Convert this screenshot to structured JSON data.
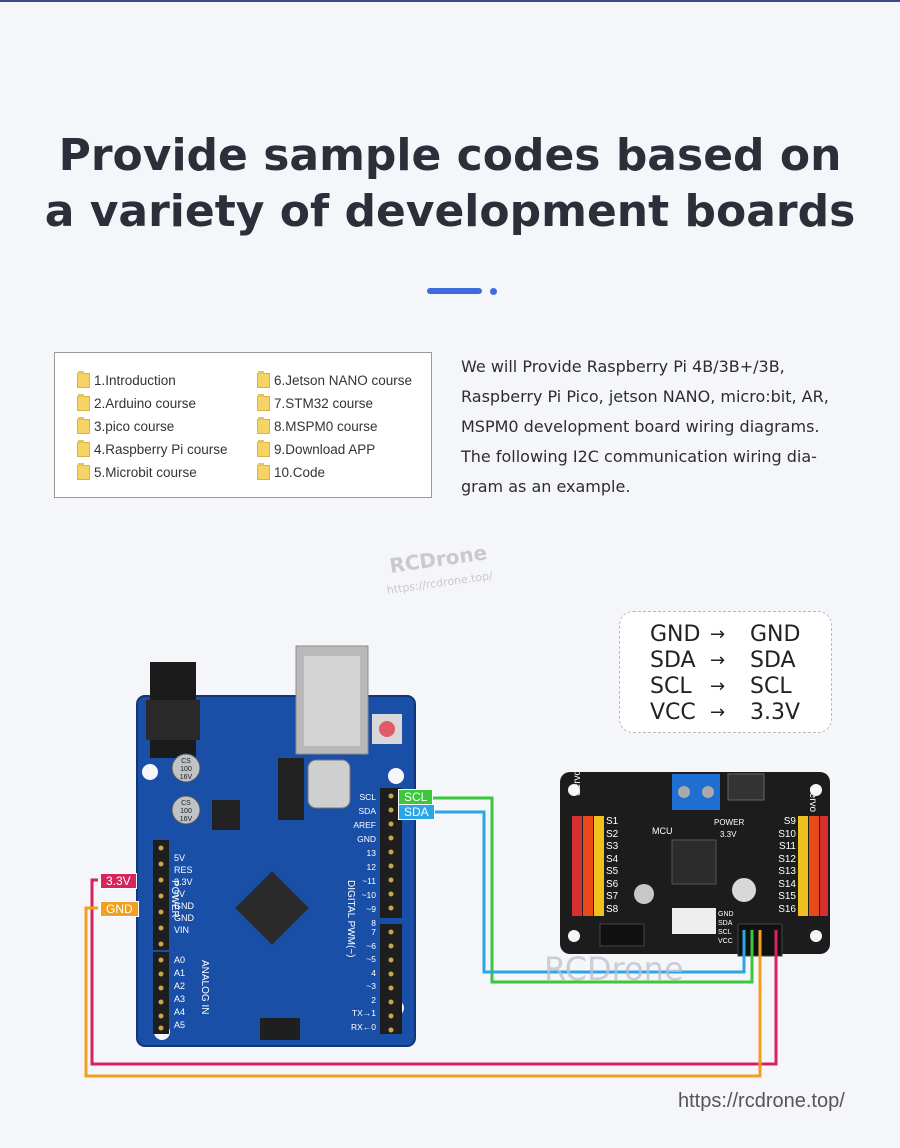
{
  "headline": {
    "line1": "Provide sample codes based on",
    "line2": "a variety of development boards"
  },
  "folders": {
    "left": [
      "1.Introduction",
      "2.Arduino course",
      "3.pico course",
      "4.Raspberry Pi course",
      "5.Microbit course"
    ],
    "right": [
      "6.Jetson NANO course",
      "7.STM32 course",
      "8.MSPM0 course",
      "9.Download APP",
      "10.Code"
    ]
  },
  "intro": {
    "lines": [
      "We will Provide Raspberry Pi 4B/3B+/3B,",
      "Raspberry Pi Pico, jetson NANO, micro:bit, AR,",
      "MSPM0 development board wiring diagrams.",
      "The following I2C communication wiring dia-",
      "gram as an example."
    ]
  },
  "watermark": {
    "brand": "RCDrone",
    "url": "https://rcdrone.top/",
    "overlay": "RCDrone",
    "footer_url": "https://rcdrone.top/"
  },
  "mapping": {
    "arrow": "→",
    "rows": [
      {
        "from": "GND",
        "to": "GND"
      },
      {
        "from": "SDA",
        "to": "SDA"
      },
      {
        "from": "SCL",
        "to": "SCL"
      },
      {
        "from": "VCC",
        "to": "3.3V"
      }
    ]
  },
  "wire_tags": {
    "scl": "SCL",
    "sda": "SDA",
    "v33": "3.3V",
    "gnd": "GND"
  },
  "arduino": {
    "power_header": [
      "5V",
      "RES",
      "3.3V",
      "5V",
      "GND",
      "GND",
      "VIN"
    ],
    "analog_header": [
      "A0",
      "A1",
      "A2",
      "A3",
      "A4",
      "A5"
    ],
    "digital_upper": [
      "SCL",
      "SDA",
      "AREF",
      "GND",
      "13",
      "12",
      "~11",
      "~10",
      "~9",
      "8"
    ],
    "digital_lower": [
      "7",
      "~6",
      "~5",
      "4",
      "~3",
      "2",
      "TX→1",
      "RX←0"
    ],
    "power_label": "POWER",
    "analog_label": "ANALOG IN",
    "digital_label": "DIGITAL PWM(~)",
    "cap_label": [
      "CS",
      "100",
      "16V"
    ]
  },
  "servo_board": {
    "left_channels": [
      "S1",
      "S2",
      "S3",
      "S4",
      "S5",
      "S6",
      "S7",
      "S8"
    ],
    "right_channels": [
      "S9",
      "S10",
      "S11",
      "S12",
      "S13",
      "S14",
      "S15",
      "S16"
    ],
    "side_label": "Servo",
    "mcu_label": "MCU",
    "power_label": "POWER",
    "v_label": "3.3V",
    "header_pins": [
      "GND",
      "SDA",
      "SCL",
      "VCC"
    ]
  },
  "colors": {
    "accent": "#3f6be0",
    "scl_wire": "#3cc73c",
    "sda_wire": "#2aa6e6",
    "v33_wire": "#d6245c",
    "gnd_wire": "#f0a020",
    "arduino_pcb": "#1a4fa8",
    "servo_pcb": "#1c1c1c"
  }
}
